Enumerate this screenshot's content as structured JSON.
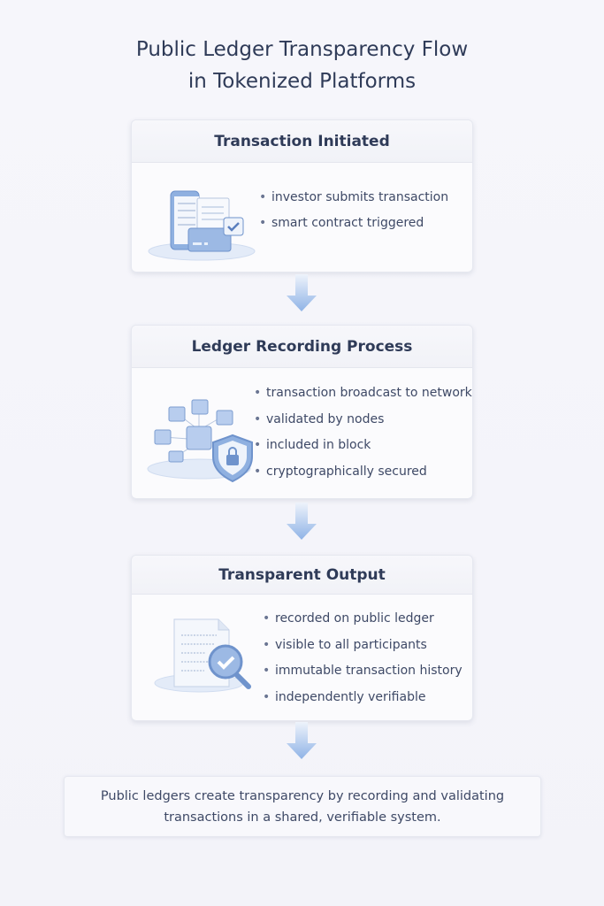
{
  "title": {
    "line1": "Public Ledger Transparency Flow",
    "line2": "in Tokenized Platforms"
  },
  "steps": [
    {
      "title": "Transaction Initiated",
      "icon": "document-card-check-icon",
      "bullets": [
        "investor submits transaction",
        "smart contract triggered"
      ]
    },
    {
      "title": "Ledger Recording Process",
      "icon": "blockchain-shield-lock-icon",
      "bullets": [
        "transaction broadcast to network",
        "validated by nodes",
        "included in block",
        "cryptographically secured"
      ]
    },
    {
      "title": "Transparent Output",
      "icon": "document-magnifier-check-icon",
      "bullets": [
        "recorded on public ledger",
        "visible to all participants",
        "immutable transaction history",
        "independently verifiable"
      ]
    }
  ],
  "summary": {
    "line1": "Public ledgers create transparency by recording and validating",
    "line2": "transactions in a shared, verifiable system."
  },
  "colors": {
    "accent": "#8fb3e6",
    "title": "#2f3b58",
    "text": "#3e4966"
  }
}
